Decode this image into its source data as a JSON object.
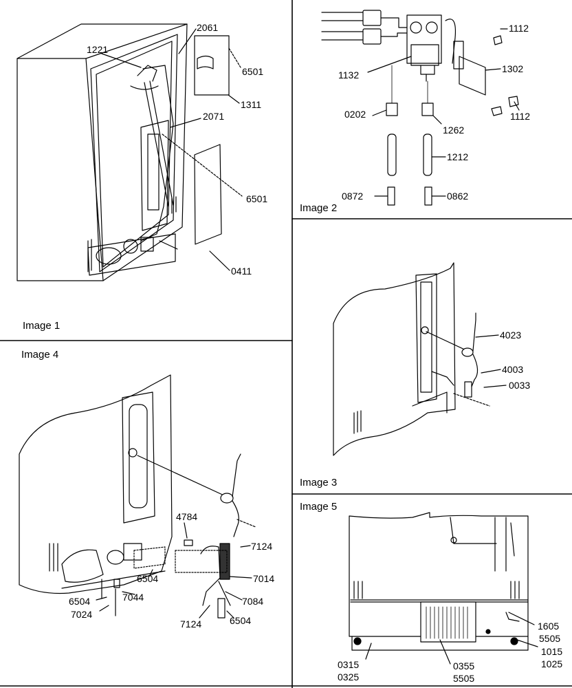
{
  "panels": {
    "p1": {
      "caption": "Image 1",
      "labels": [
        "2061",
        "1221",
        "6501",
        "1311",
        "2071",
        "6501",
        "0411"
      ]
    },
    "p2": {
      "caption": "Image 2",
      "labels": [
        "1112",
        "1132",
        "1302",
        "1112",
        "0202",
        "1262",
        "1212",
        "0872",
        "0862"
      ]
    },
    "p3": {
      "caption": "Image 3",
      "labels": [
        "4023",
        "4003",
        "0033"
      ]
    },
    "p4": {
      "caption": "Image 4",
      "labels": [
        "4784",
        "7124",
        "6504",
        "7014",
        "6504",
        "7044",
        "7084",
        "7024",
        "7124",
        "6504"
      ]
    },
    "p5": {
      "caption": "Image 5",
      "labels": [
        "1605",
        "5505",
        "1015",
        "1025",
        "0315",
        "0325",
        "0355",
        "5505"
      ]
    }
  },
  "colors": {
    "ink": "#000000",
    "paper": "#ffffff"
  }
}
